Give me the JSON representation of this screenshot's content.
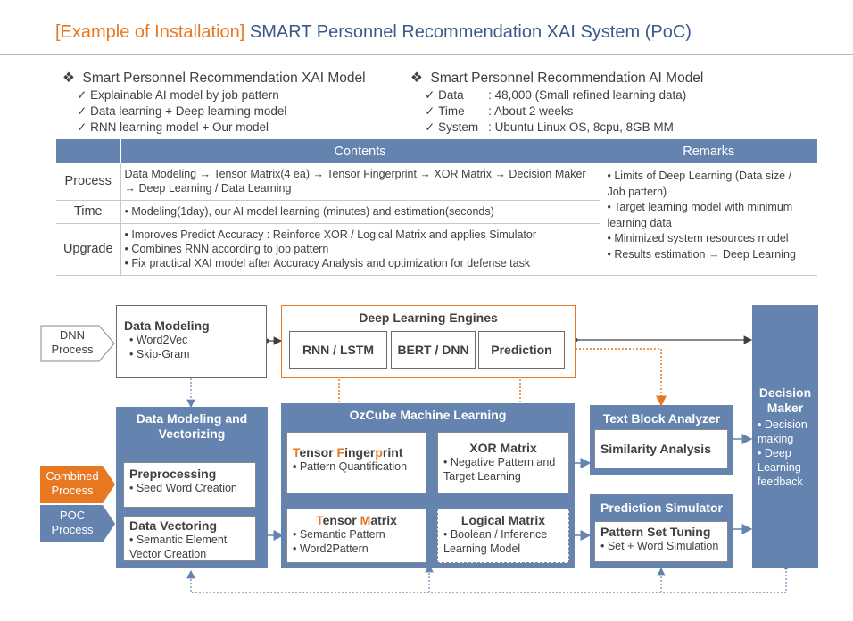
{
  "title": {
    "bracket": "[Example of Installation]",
    "main": "SMART Personnel Recommendation XAI System (PoC)"
  },
  "left_block": {
    "heading": "Smart Personnel Recommendation XAI Model",
    "items": [
      "Explainable AI model by job pattern",
      "Data learning + Deep learning model",
      "RNN learning model + Our model"
    ]
  },
  "right_block": {
    "heading": "Smart Personnel Recommendation AI Model",
    "items": [
      {
        "key": "Data",
        "value": ": 48,000 (Small refined learning data)"
      },
      {
        "key": "Time",
        "value": ": About 2 weeks"
      },
      {
        "key": "System",
        "value": ": Ubuntu Linux OS, 8cpu, 8GB MM"
      }
    ]
  },
  "table": {
    "header_contents": "Contents",
    "header_remarks": "Remarks",
    "rows": [
      {
        "label": "Process",
        "text": "Data Modeling → Tensor Matrix(4 ea) → Tensor Fingerprint → XOR Matrix → Decision Maker → Deep Learning / Data Learning"
      },
      {
        "label": "Time",
        "text": "• Modeling(1day), our AI model learning (minutes) and estimation(seconds)"
      },
      {
        "label": "Upgrade",
        "lines": [
          "• Improves Predict Accuracy : Reinforce XOR / Logical Matrix and applies Simulator",
          "• Combines RNN according to job pattern",
          "• Fix practical XAI model after Accuracy Analysis and optimization for defense task"
        ]
      }
    ],
    "remarks": [
      "• Limits of Deep Learning (Data size / Job pattern)",
      "• Target learning model with minimum learning data",
      "• Minimized system resources model",
      "• Results estimation → Deep Learning"
    ]
  },
  "diagram": {
    "dnn_process": "DNN Process",
    "combined_process": "Combined Process",
    "poc_process": "POC Process",
    "data_modeling": {
      "title": "Data Modeling",
      "items": [
        "• Word2Vec",
        "• Skip-Gram"
      ]
    },
    "dle": {
      "title": "Deep Learning Engines",
      "rnn": "RNN / LSTM",
      "bert": "BERT / DNN",
      "prediction": "Prediction"
    },
    "dmv": {
      "title": "Data Modeling and Vectorizing",
      "pre": {
        "title": "Preprocessing",
        "item": "• Seed Word Creation"
      },
      "vec": {
        "title": "Data Vectoring",
        "item": "• Semantic Element Vector Creation"
      }
    },
    "ozcube": {
      "title": "OzCube Machine Learning",
      "tf": {
        "title": "Tensor Fingerprint",
        "item": "• Pattern Quantification"
      },
      "xor": {
        "title": "XOR Matrix",
        "item": "• Negative Pattern and Target Learning"
      },
      "tm": {
        "title": "Tensor Matrix",
        "items": [
          "• Semantic Pattern",
          "• Word2Pattern"
        ]
      },
      "lm": {
        "title": "Logical Matrix",
        "item": "• Boolean / Inference Learning Model"
      }
    },
    "tba": {
      "title": "Text Block Analyzer",
      "inner": "Similarity Analysis"
    },
    "ps": {
      "title": "Prediction Simulator",
      "inner": "Pattern Set Tuning",
      "item": "• Set + Word Simulation"
    },
    "dm": {
      "title": "Decision Maker",
      "items": [
        "• Decision making",
        "• Deep Learning feedback"
      ]
    }
  },
  "colors": {
    "accent_orange": "#e87722",
    "blue_box": "#6483ae",
    "title_blue": "#3a5a8a"
  }
}
